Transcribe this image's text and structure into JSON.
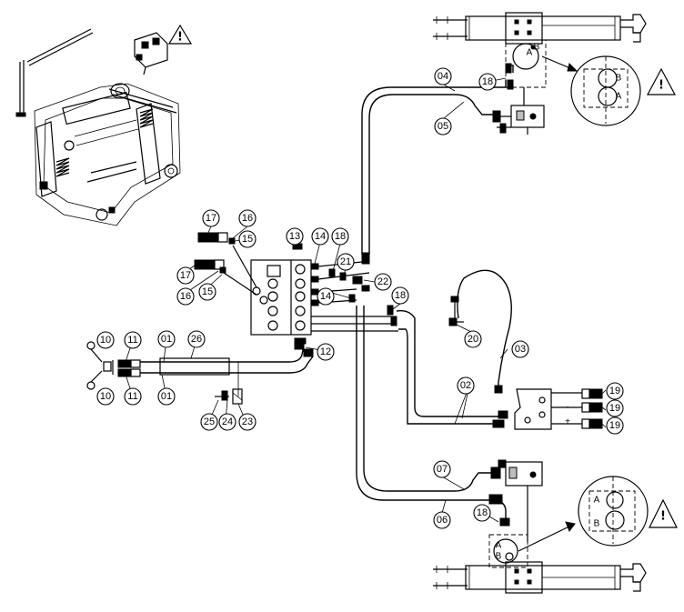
{
  "callouts": {
    "c01a": "01",
    "c01b": "01",
    "c02": "02",
    "c03": "03",
    "c04": "04",
    "c05": "05",
    "c06": "06",
    "c07": "07",
    "c10a": "10",
    "c10b": "10",
    "c11a": "11",
    "c11b": "11",
    "c12": "12",
    "c13": "13",
    "c14a": "14",
    "c14b": "14",
    "c15a": "15",
    "c15b": "15",
    "c16a": "16",
    "c16b": "16",
    "c17a": "17",
    "c17b": "17",
    "c18a": "18",
    "c18b": "18",
    "c18c": "18",
    "c18d": "18",
    "c19a": "19",
    "c19b": "19",
    "c19c": "19",
    "c20": "20",
    "c21": "21",
    "c22": "22",
    "c23": "23",
    "c24": "24",
    "c25": "25",
    "c26": "26"
  },
  "port_labels": {
    "top_a": "A",
    "top_b": "B",
    "bot_a": "A",
    "bot_b": "B",
    "valve_a": "A",
    "valve_b": "B",
    "small_b": "B",
    "small_a": "A",
    "plus": "+",
    "minus": "-"
  },
  "warnings": {
    "mark": "!"
  },
  "icons": [
    "warning-triangle-icon",
    "hydraulic-cylinder-icon",
    "valve-block-icon",
    "hose-fitting-icon"
  ]
}
